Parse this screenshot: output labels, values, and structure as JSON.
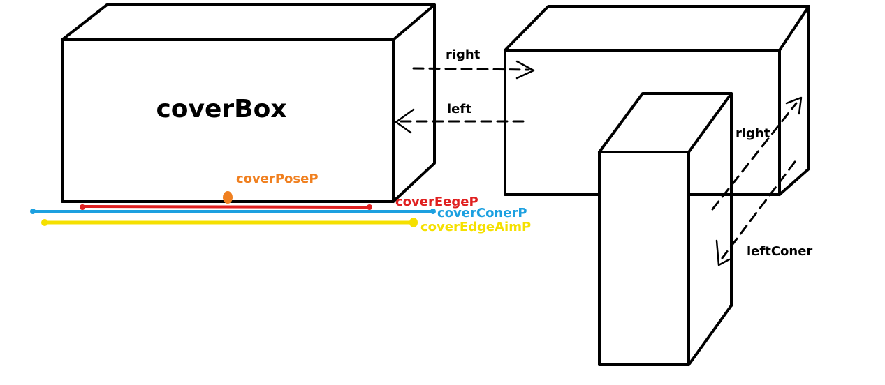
{
  "title": "coverBox",
  "arrows": {
    "right_top": "right",
    "left_top": "left",
    "right_diag": "right",
    "left_coner": "leftConer"
  },
  "lines": {
    "pose": {
      "label": "coverPoseP",
      "color": "#f08020"
    },
    "edge": {
      "label": "coverEegeP",
      "color": "#e02020"
    },
    "coner": {
      "label": "coverConerP",
      "color": "#1ca0e0"
    },
    "aim": {
      "label": "coverEdgeAimP",
      "color": "#f5e000"
    }
  }
}
